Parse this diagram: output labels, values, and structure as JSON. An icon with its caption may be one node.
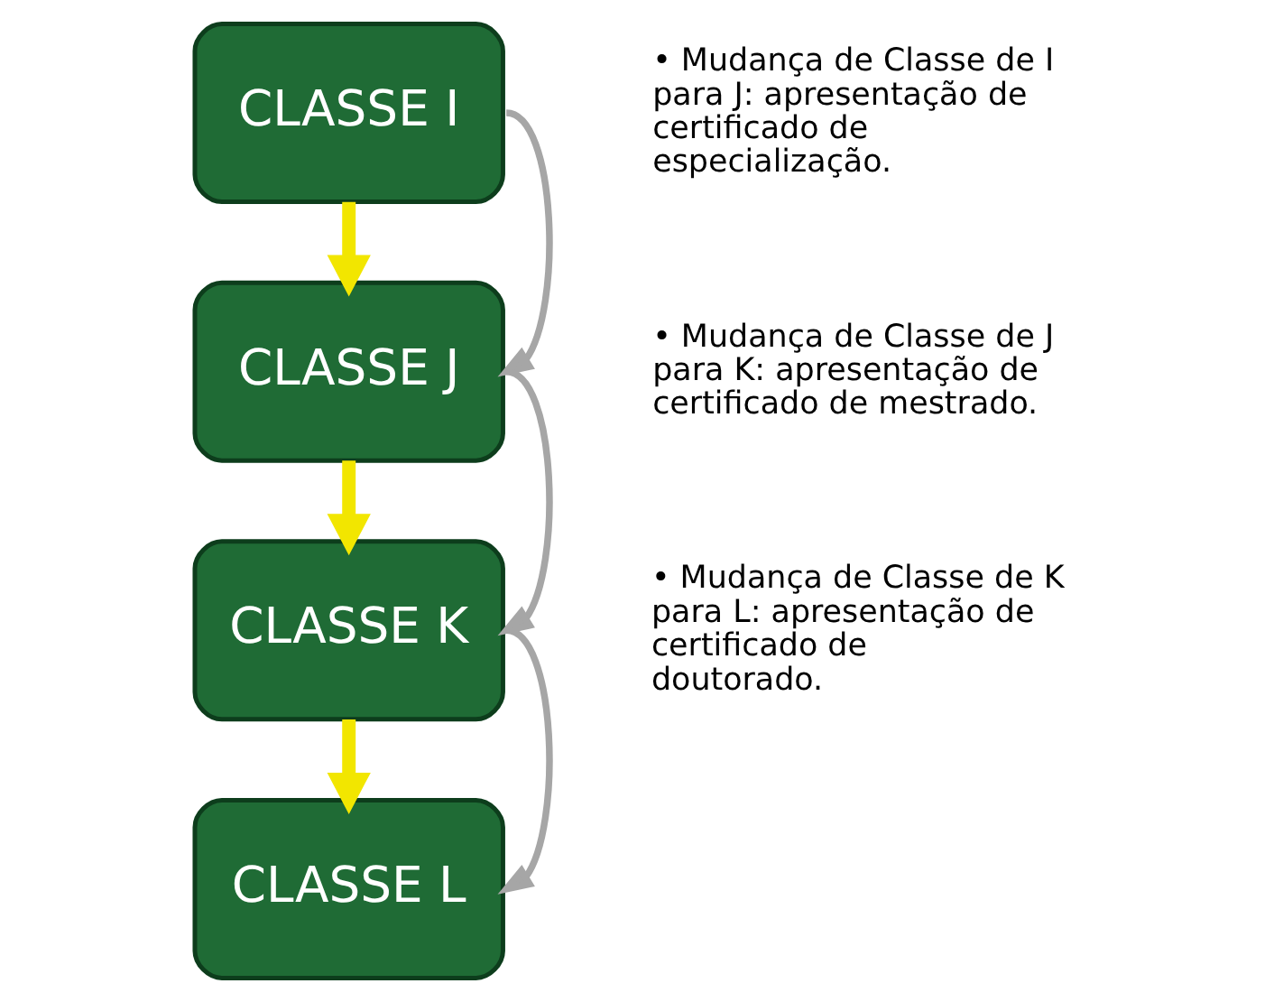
{
  "diagram": {
    "nodes": [
      {
        "text": [
          "CLASSE I"
        ]
      },
      {
        "text": [
          "CLASSE J"
        ]
      },
      {
        "text": [
          "CLASSE K"
        ]
      },
      {
        "text": [
          "CLASSE L"
        ]
      }
    ],
    "edges": [
      {
        "from": 0,
        "to": 1,
        "arrow": "to",
        "style": "thick",
        "color": "#f2e600"
      },
      {
        "from": 1,
        "to": 2,
        "arrow": "to",
        "style": "thick",
        "color": "#f2e600"
      },
      {
        "from": 2,
        "to": 3,
        "arrow": "to",
        "style": "thick",
        "color": "#f2e600"
      },
      {
        "from": 0,
        "to": 1,
        "arrow": "to",
        "color": "#a6a6a6"
      },
      {
        "from": 1,
        "to": 2,
        "arrow": "to",
        "color": "#a6a6a6"
      },
      {
        "from": 2,
        "to": 3,
        "arrow": "to",
        "color": "#a6a6a6"
      }
    ],
    "labels": [
      "• Mudança de Classe de I para J: apresentação de certificado de especialização.",
      "• Mudança de Classe de J para K: apresentação de certificado de mestrado.",
      "• Mudança de Classe de K para L: apresentação de certificado de doutorado."
    ]
  }
}
